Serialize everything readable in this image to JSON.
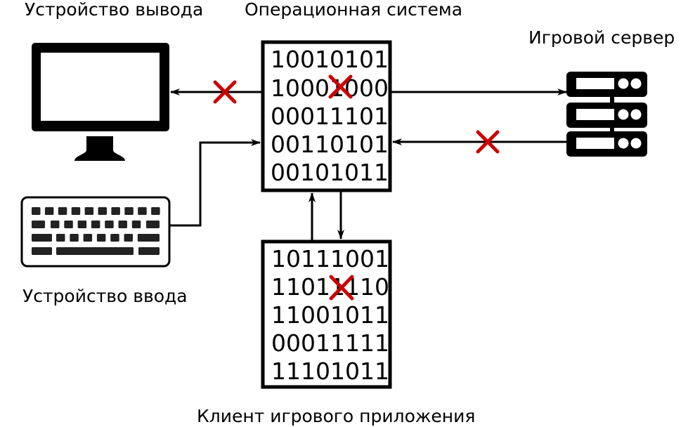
{
  "labels": {
    "output_device": "Устройство вывода",
    "operating_system": "Операционная система",
    "game_server": "Игровой сервер",
    "input_device": "Устройство ввода",
    "game_client": "Клиент игрового приложения"
  },
  "os_memory": {
    "rows": [
      "10010101",
      "10001000",
      "00011101",
      "00110101",
      "00101011"
    ],
    "corrupted_row": 1
  },
  "client_memory": {
    "rows": [
      "10111001",
      "11011110",
      "11001011",
      "00011111",
      "11101011"
    ],
    "corrupted_row": 1
  },
  "connections": [
    {
      "from": "operating_system",
      "to": "output_device",
      "blocked": true
    },
    {
      "from": "input_device",
      "to": "operating_system",
      "blocked": false
    },
    {
      "from": "operating_system",
      "to": "game_server",
      "blocked": false
    },
    {
      "from": "game_server",
      "to": "operating_system",
      "blocked": true
    },
    {
      "from": "game_client",
      "to": "operating_system",
      "blocked": false
    },
    {
      "from": "operating_system",
      "to": "game_client",
      "blocked": false
    }
  ],
  "icons": {
    "output_device": "monitor-icon",
    "input_device": "keyboard-icon",
    "game_server": "server-icon",
    "blocked_marker": "red-x-icon"
  },
  "colors": {
    "stroke": "#000000",
    "blocked": "#cc0000",
    "keyboard_key": "#222222"
  }
}
